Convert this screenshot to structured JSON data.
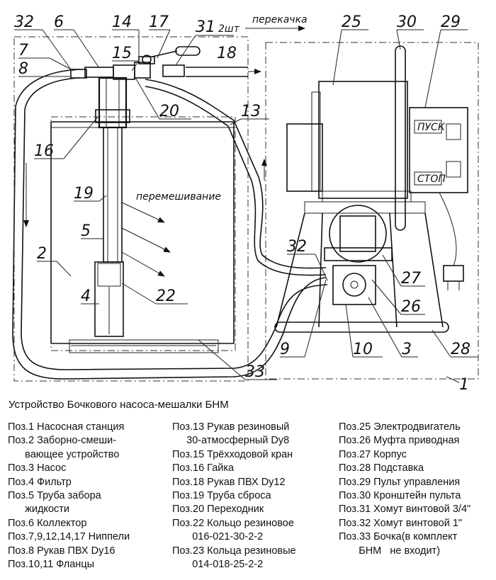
{
  "diagram": {
    "flow_top_label": "перекачка",
    "flow_mix_label": "перемешивание",
    "count_note": "2шт",
    "callouts": [
      "32",
      "6",
      "14",
      "17",
      "31",
      "25",
      "30",
      "29",
      "7",
      "8",
      "15",
      "18",
      "20",
      "13",
      "16",
      "19",
      "5",
      "4",
      "2",
      "22",
      "33",
      "9",
      "10",
      "3",
      "28",
      "1",
      "32",
      "27",
      "26"
    ],
    "panel_start": "ПУСК",
    "panel_stop": "СТОП"
  },
  "caption": "Устройство Бочкового  насоса-мешалки БНМ",
  "legend": {
    "col1": [
      "Поз.1 Насосная станция",
      "Поз.2 Заборно-смеши-",
      "      вающее устройство",
      "Поз.3 Насос",
      "Поз.4 Фильтр",
      "Поз.5 Труба забора",
      "      жидкости",
      "Поз.6 Коллектор",
      "Поз.7,9,12,14,17 Ниппели",
      "Поз.8 Рукав ПВХ Dy16",
      "Поз.10,11 Фланцы"
    ],
    "col2": [
      "Поз.13 Рукав резиновый",
      "     30-атмосферный Dy8",
      "Поз.15 Трёхходовой кран",
      "Поз.16 Гайка",
      "Поз.18 Рукав ПВХ Dy12",
      "Поз.19 Труба сброса",
      "Поз.20 Переходник",
      "Поз.22 Кольцо резиновое",
      "       016-021-30-2-2",
      "Поз.23 Кольца резиновые",
      "       014-018-25-2-2"
    ],
    "col3": [
      "Поз.25 Электродвигатель",
      "Поз.26 Муфта приводная",
      "Поз.27 Корпус",
      "Поз.28 Подставка",
      "Поз.29 Пульт управления",
      "Поз.30 Кронштейн пульта",
      "Поз.31 Хомут винтовой 3/4\"",
      "Поз.32 Хомут винтовой 1\"",
      "Поз.33 Бочка(в комплект",
      "       БНМ   не входит)"
    ]
  }
}
